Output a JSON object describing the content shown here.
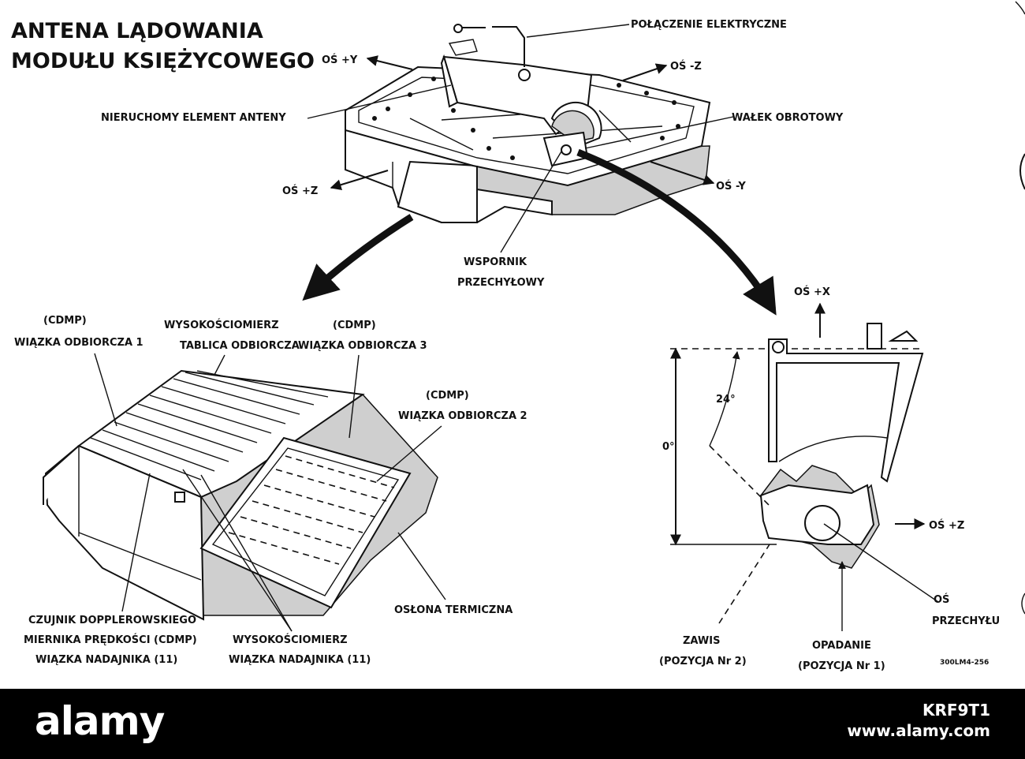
{
  "title_line1": "ANTENA LĄDOWANIA",
  "title_line2": "MODUŁU KSIĘŻYCOWEGO",
  "labels": {
    "axis_plus_y": "OŚ +Y",
    "axis_minus_z": "OŚ -Z",
    "axis_plus_z_top": "OŚ +Z",
    "axis_minus_y": "OŚ -Y",
    "electrical": "POŁĄCZENIE ELEKTRYCZNE",
    "fixed_element": "NIERUCHOMY ELEMENT ANTENY",
    "shaft": "WAŁEK OBROTOWY",
    "tilt_bracket_1": "WSPORNIK",
    "tilt_bracket_2": "PRZECHYŁOWY",
    "cdmp1_a": "(CDMP)",
    "cdmp1_b": "WIĄZKA ODBIORCZA 1",
    "alt_table_a": "WYSOKOŚCIOMIERZ",
    "alt_table_b": "TABLICA ODBIORCZA",
    "cdmp3_a": "(CDMP)",
    "cdmp3_b": "WIĄZKA ODBIORCZA 3",
    "cdmp2_a": "(CDMP)",
    "cdmp2_b": "WIĄZKA ODBIORCZA 2",
    "thermal": "OSŁONA TERMICZNA",
    "doppler_a": "CZUJNIK DOPPLEROWSKIEGO",
    "doppler_b": "MIERNIKA PRĘDKOŚCI (CDMP)",
    "doppler_c": "WIĄZKA NADAJNIKA (11)",
    "alt_tx_a": "WYSOKOŚCIOMIERZ",
    "alt_tx_b": "WIĄZKA NADAJNIKA (11)",
    "axis_plus_x": "OŚ +X",
    "axis_plus_z_right": "OŚ +Z",
    "angle_24": "24°",
    "angle_0": "0°",
    "hover_a": "ZAWIS",
    "hover_b": "(POZYCJA Nr 2)",
    "descent_a": "OPADANIE",
    "descent_b": "(POZYCJA Nr 1)",
    "tilt_axis_a": "OŚ",
    "tilt_axis_b": "PRZECHYŁU",
    "fig_code": "300LM4-256"
  },
  "footer": {
    "brand": "alamy",
    "image_id": "KRF9T1",
    "url": "www.alamy.com"
  }
}
